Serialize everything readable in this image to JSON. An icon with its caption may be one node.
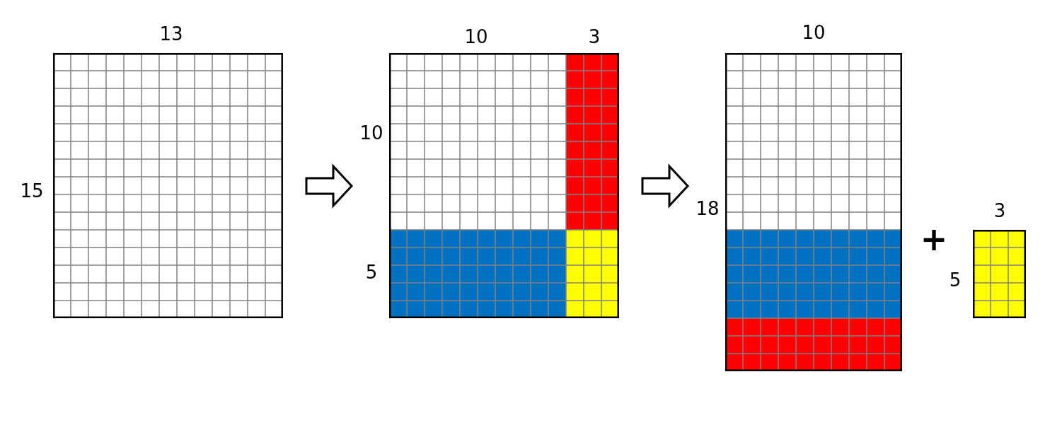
{
  "diagram": {
    "nodes": [
      {
        "text": [],
        "shape": "box",
        "beside": [
          "13",
          "15"
        ]
      },
      {
        "text": [],
        "shape": "box",
        "beside": [
          "10",
          "3",
          "10",
          "5"
        ]
      },
      {
        "text": [],
        "shape": "box",
        "beside": [
          "10",
          "18"
        ]
      },
      {
        "text": [],
        "shape": "box",
        "beside": [
          "3",
          "5"
        ]
      }
    ],
    "edges": [
      {
        "from": 0,
        "to": 1,
        "arrow": "to"
      },
      {
        "from": 1,
        "to": 2,
        "arrow": "to"
      }
    ],
    "labels": [
      "+"
    ]
  }
}
